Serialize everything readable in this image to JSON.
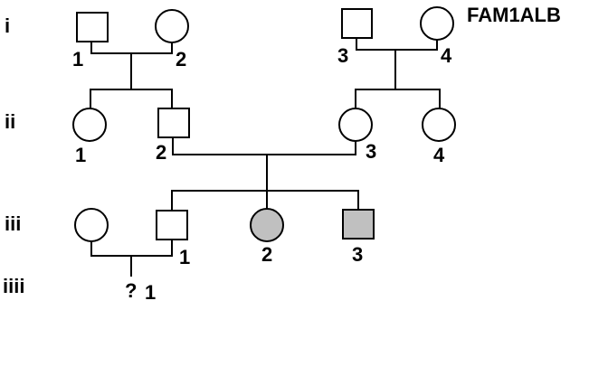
{
  "title": "FAM1ALB",
  "colors": {
    "affected": "#c0c0c0",
    "unaffected": "#ffffff",
    "stroke": "#000000"
  },
  "generations": [
    {
      "label": "i"
    },
    {
      "label": "ii"
    },
    {
      "label": "iii"
    },
    {
      "label": "iiii"
    }
  ],
  "individuals": [
    {
      "id": "I-1",
      "generation": "i",
      "number": "1",
      "sex": "male",
      "affected": false
    },
    {
      "id": "I-2",
      "generation": "i",
      "number": "2",
      "sex": "female",
      "affected": false
    },
    {
      "id": "I-3",
      "generation": "i",
      "number": "3",
      "sex": "male",
      "affected": false
    },
    {
      "id": "I-4",
      "generation": "i",
      "number": "4",
      "sex": "female",
      "affected": false
    },
    {
      "id": "II-1",
      "generation": "ii",
      "number": "1",
      "sex": "female",
      "affected": false
    },
    {
      "id": "II-2",
      "generation": "ii",
      "number": "2",
      "sex": "male",
      "affected": false
    },
    {
      "id": "II-3",
      "generation": "ii",
      "number": "3",
      "sex": "female",
      "affected": false
    },
    {
      "id": "II-4",
      "generation": "ii",
      "number": "4",
      "sex": "female",
      "affected": false
    },
    {
      "id": "III-spouse",
      "generation": "iii",
      "number": "",
      "sex": "female",
      "affected": false
    },
    {
      "id": "III-1",
      "generation": "iii",
      "number": "1",
      "sex": "male",
      "affected": false
    },
    {
      "id": "III-2",
      "generation": "iii",
      "number": "2",
      "sex": "female",
      "affected": true
    },
    {
      "id": "III-3",
      "generation": "iii",
      "number": "3",
      "sex": "male",
      "affected": true
    },
    {
      "id": "IIII-1",
      "generation": "iiii",
      "number": "1",
      "sex": "unknown",
      "affected": null,
      "status": "?"
    }
  ],
  "matings": [
    {
      "partners": [
        "I-1",
        "I-2"
      ],
      "children": [
        "II-1",
        "II-2"
      ]
    },
    {
      "partners": [
        "I-3",
        "I-4"
      ],
      "children": [
        "II-3",
        "II-4"
      ]
    },
    {
      "partners": [
        "II-2",
        "II-3"
      ],
      "children": [
        "III-1",
        "III-2",
        "III-3"
      ]
    },
    {
      "partners": [
        "III-spouse",
        "III-1"
      ],
      "children": [
        "IIII-1"
      ]
    }
  ]
}
